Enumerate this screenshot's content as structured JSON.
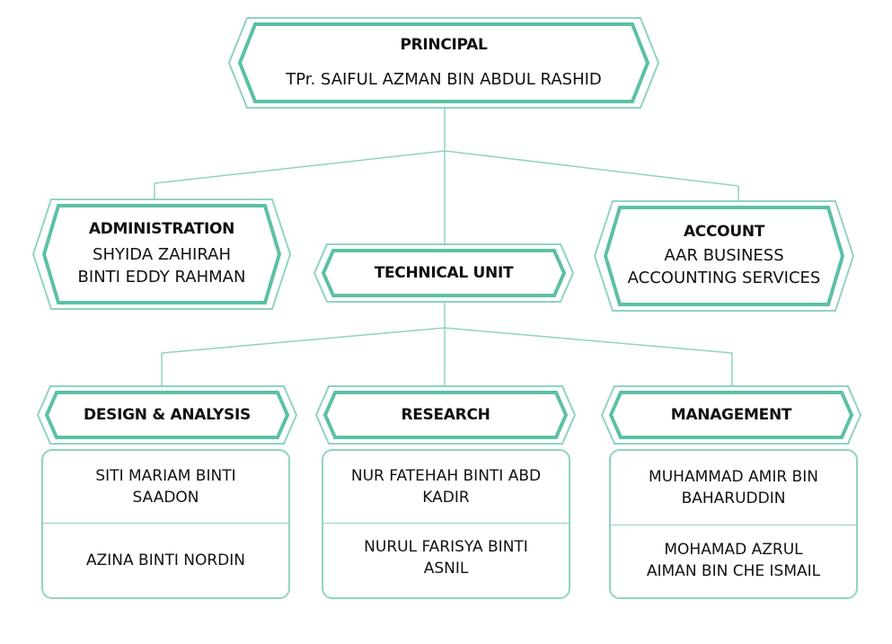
{
  "colors": {
    "border_outer": "#8fd3c3",
    "border_inner": "#5cc0a6",
    "line": "#8fd3c3"
  },
  "principal": {
    "title": "PRINCIPAL",
    "name": "TPr. SAIFUL AZMAN BIN ABDUL RASHID"
  },
  "administration": {
    "title": "ADMINISTRATION",
    "name_line1": "SHYIDA ZAHIRAH",
    "name_line2": "BINTI EDDY RAHMAN"
  },
  "technical_unit": {
    "title": "TECHNICAL UNIT"
  },
  "account": {
    "title": "ACCOUNT",
    "name_line1": "AAR BUSINESS",
    "name_line2": "ACCOUNTING SERVICES"
  },
  "design_analysis": {
    "title": "DESIGN & ANALYSIS",
    "members": [
      {
        "line1": "SITI MARIAM BINTI",
        "line2": "SAADON"
      },
      {
        "line1": "AZINA BINTI NORDIN",
        "line2": ""
      }
    ]
  },
  "research": {
    "title": "RESEARCH",
    "members": [
      {
        "line1": "NUR FATEHAH BINTI ABD",
        "line2": "KADIR"
      },
      {
        "line1": "NURUL FARISYA BINTI",
        "line2": "ASNIL"
      }
    ]
  },
  "management": {
    "title": "MANAGEMENT",
    "members": [
      {
        "line1": "MUHAMMAD AMIR BIN",
        "line2": "BAHARUDDIN"
      },
      {
        "line1": "MOHAMAD AZRUL",
        "line2": "AIMAN BIN CHE ISMAIL"
      }
    ]
  }
}
